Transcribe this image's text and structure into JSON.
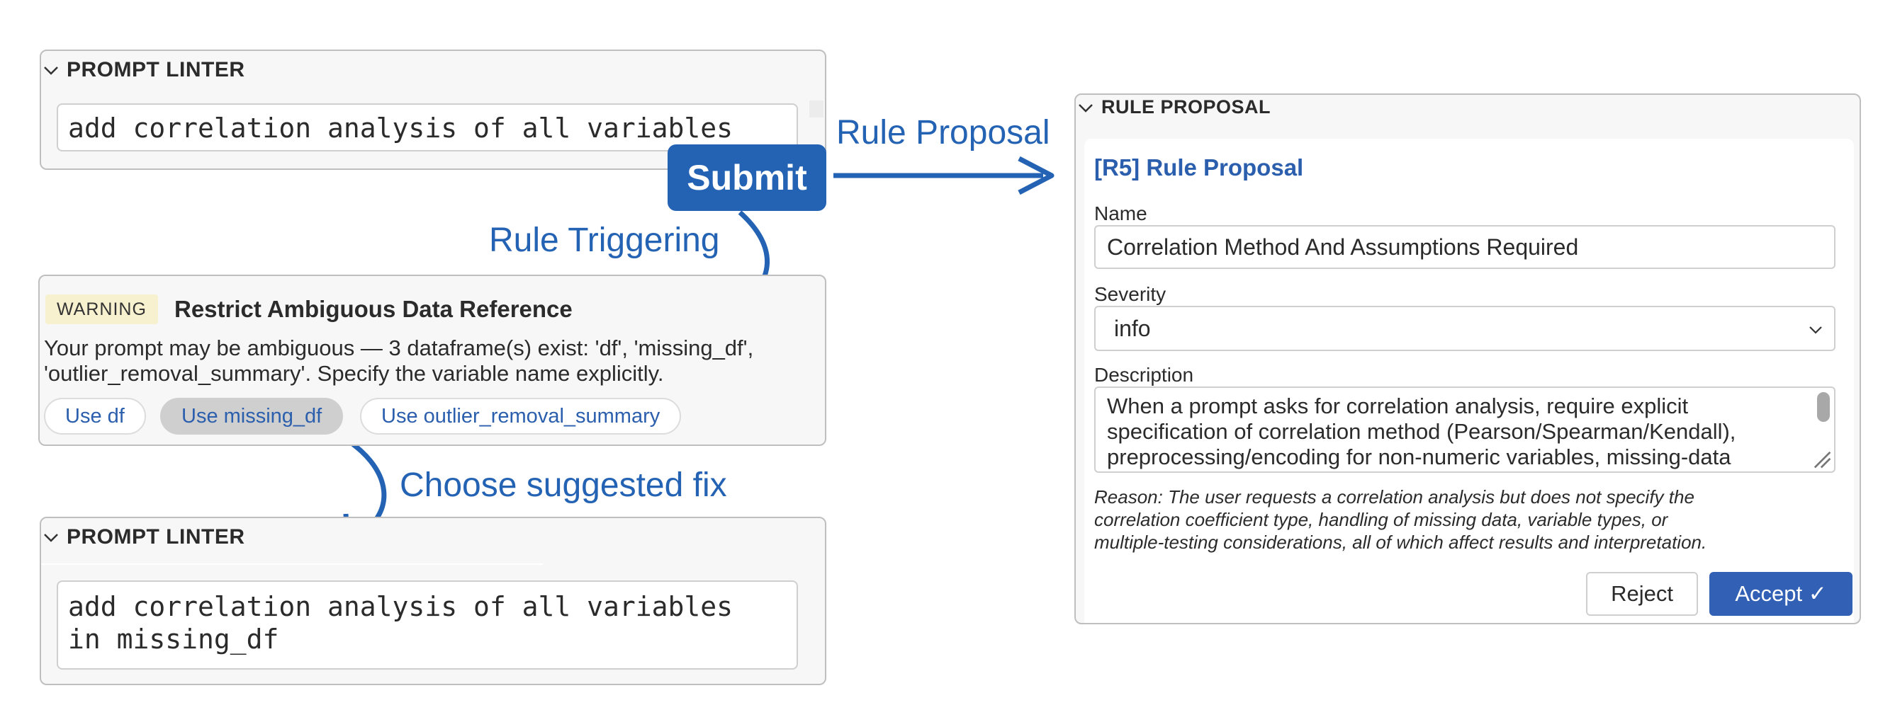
{
  "linter_top": {
    "title": "PROMPT LINTER",
    "prompt_text": "add correlation analysis of all variables"
  },
  "submit": {
    "label": "Submit"
  },
  "annotations": {
    "rule_proposal": "Rule Proposal",
    "rule_triggering": "Rule Triggering",
    "choose_fix": "Choose suggested fix"
  },
  "warning": {
    "badge": "WARNING",
    "title": "Restrict Ambiguous Data Reference",
    "message_line1": "Your prompt may be ambiguous — 3 dataframe(s) exist: 'df', 'missing_df',",
    "message_line2": "'outlier_removal_summary'. Specify the variable name explicitly.",
    "fixes": [
      {
        "label": "Use df",
        "selected": false
      },
      {
        "label": "Use missing_df",
        "selected": true
      },
      {
        "label": "Use outlier_removal_summary",
        "selected": false
      }
    ]
  },
  "linter_bottom": {
    "title": "PROMPT LINTER",
    "prompt_line1": "add correlation analysis of all variables",
    "prompt_line2": "in missing_df"
  },
  "proposal": {
    "header": "RULE PROPOSAL",
    "title": "[R5] Rule Proposal",
    "name_label": "Name",
    "name_value": "Correlation Method And Assumptions Required",
    "severity_label": "Severity",
    "severity_value": "info",
    "description_label": "Description",
    "description_lines": [
      "When a prompt asks for correlation analysis, require explicit",
      "specification of correlation method (Pearson/Spearman/Kendall),",
      "preprocessing/encoding for non-numeric variables, missing-data"
    ],
    "reason_lines": [
      "Reason: The user requests a correlation analysis but does not specify the",
      "correlation coefficient type, handling of missing data, variable types, or",
      "multiple-testing considerations, all of which affect results and interpretation."
    ],
    "reject_label": "Reject",
    "accept_label": "Accept ✓"
  },
  "colors": {
    "accent": "#2463b4",
    "submit_bg": "#2463b4",
    "accept_bg": "#3160b5",
    "warning_badge_bg": "#f7f1cf",
    "selected_pill_bg": "#cfcfcf"
  }
}
